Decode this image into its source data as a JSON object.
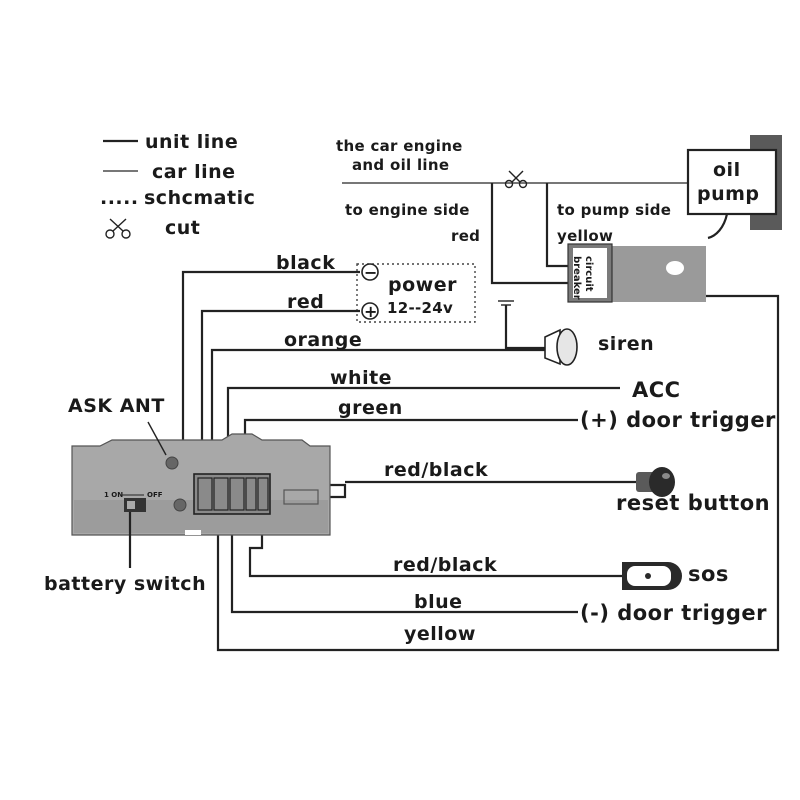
{
  "legend": {
    "unit_line": "unit line",
    "car_line": "car line",
    "schematic_dots": ".....",
    "schematic": "schcmatic",
    "cut": "cut"
  },
  "engine": {
    "line_label_1": "the car engine",
    "line_label_2": "and oil line",
    "engine_side": "to engine side",
    "pump_side": "to pump side",
    "red": "red",
    "yellow": "yellow"
  },
  "oil_pump": {
    "line1": "oil",
    "line2": "pump"
  },
  "circuit_breaker": {
    "line1": "circuit",
    "line2": "breaker"
  },
  "power": {
    "label": "power",
    "voltage": "12--24v",
    "minus": "−",
    "plus": "+"
  },
  "wires": {
    "black": "black",
    "red": "red",
    "orange": "orange",
    "white": "white",
    "green": "green",
    "red_black_1": "red/black",
    "red_black_2": "red/black",
    "blue": "blue",
    "yellow": "yellow"
  },
  "destinations": {
    "siren": "siren",
    "acc": "ACC",
    "door_pos": "(+) door trigger",
    "reset": "reset button",
    "sos": "sos",
    "door_neg": "(-) door trigger"
  },
  "unit": {
    "ask_ant": "ASK ANT",
    "battery_switch": "battery switch",
    "switch_on": "1 ON",
    "switch_off": "OFF"
  }
}
